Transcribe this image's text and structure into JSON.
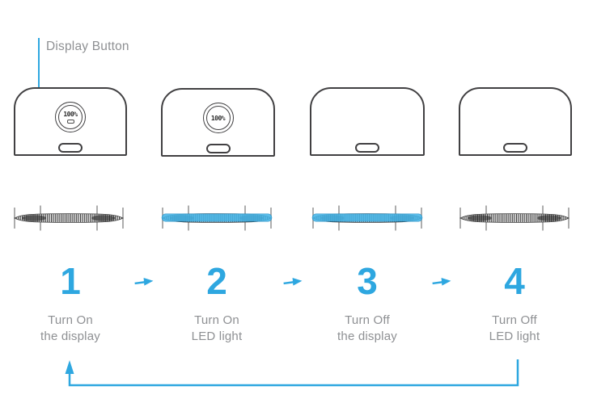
{
  "palette": {
    "accent": "#2EA7E0",
    "led_on": "#45B5E8",
    "outline": "#414042",
    "gray_text": "#8E9093",
    "tick": "#8A8A8A"
  },
  "callout": {
    "label": "Display Button"
  },
  "devices": [
    {
      "display": {
        "visible": true,
        "value": "100%",
        "battery_icon": true
      }
    },
    {
      "display": {
        "visible": true,
        "value": "100%",
        "battery_icon": false
      }
    },
    {
      "display": {
        "visible": false
      }
    },
    {
      "display": {
        "visible": false
      }
    }
  ],
  "led_strips": [
    {
      "state": "off"
    },
    {
      "state": "on"
    },
    {
      "state": "on"
    },
    {
      "state": "off"
    }
  ],
  "steps": [
    {
      "number": "1",
      "label_line1": "Turn On",
      "label_line2": "the display"
    },
    {
      "number": "2",
      "label_line1": "Turn On",
      "label_line2": "LED light"
    },
    {
      "number": "3",
      "label_line1": "Turn Off",
      "label_line2": "the display"
    },
    {
      "number": "4",
      "label_line1": "Turn Off",
      "label_line2": "LED light"
    }
  ]
}
